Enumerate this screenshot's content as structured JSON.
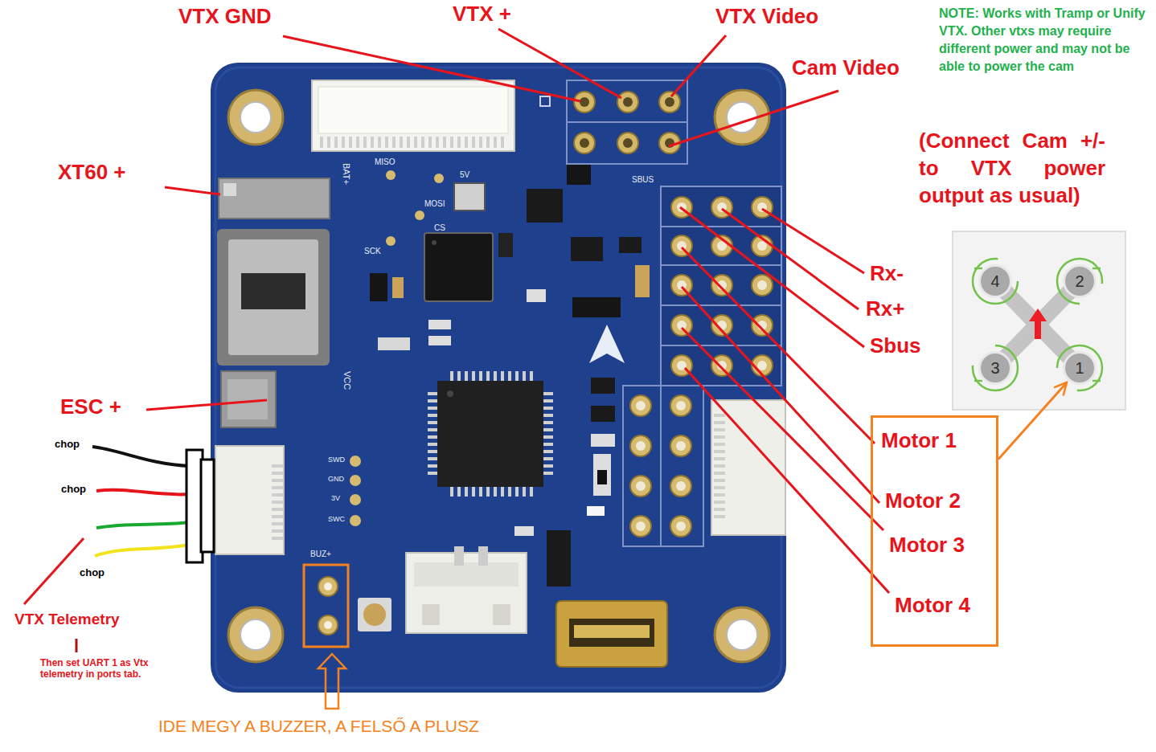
{
  "diagram": {
    "nodes": [
      {
        "text": [
          "4"
        ]
      },
      {
        "text": [
          "2"
        ]
      },
      {
        "text": [
          "3"
        ]
      },
      {
        "text": [
          "1"
        ]
      },
      {
        "text": [
          "Motor 1",
          "Motor 2",
          "Motor 3",
          "Motor 4"
        ]
      }
    ],
    "edges": [
      {
        "from": 4,
        "to": 3,
        "arrow": "to"
      }
    ],
    "labels": [
      "VTX GND",
      "VTX +",
      "VTX Video",
      "NOTE: Works with Tramp or Unify VTX. Other vtxs may require different power and may not be able to power the cam",
      "Cam Video",
      "(Connect Cam +/- to VTX power output as usual)",
      "XT60 +",
      "Rx-",
      "Rx+",
      "Sbus",
      "ESC +",
      "chop",
      "chop",
      "chop",
      "VTX Telemetry",
      "Then set UART 1 as Vtx telemetry in ports tab.",
      "IDE MEGY A BUZZER, A FELSŐ A PLUSZ",
      "BAT+",
      "MISO",
      "MOSI",
      "SCK",
      "CS",
      "5V",
      "SBUS",
      "VCC",
      "SWD",
      "GND",
      "3V",
      "SWC",
      "BUZ+"
    ]
  }
}
